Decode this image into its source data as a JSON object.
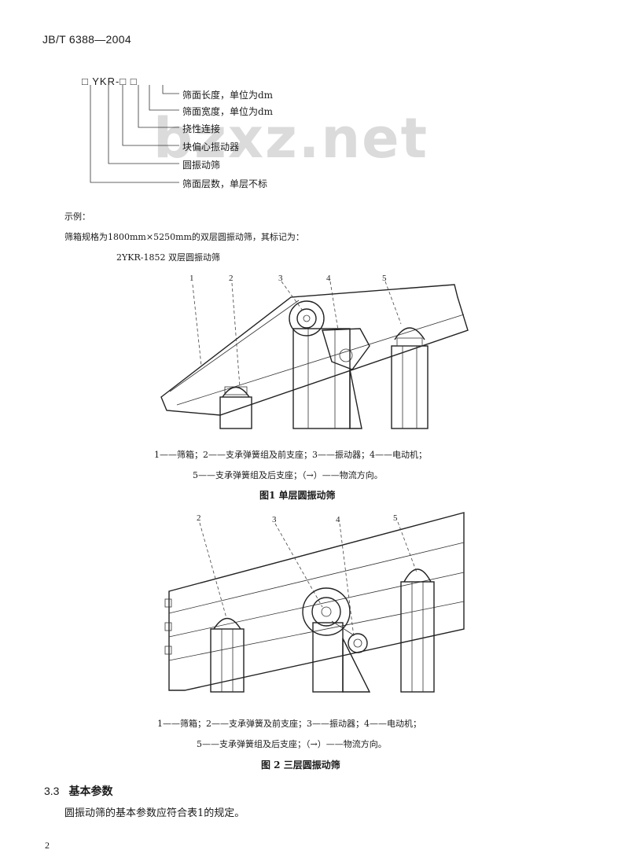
{
  "header": {
    "doc_code": "JB/T 6388—2004"
  },
  "watermark": "bzxz.net",
  "model_code": {
    "head": "□ YKR-□ □",
    "lines": [
      "筛面长度，单位为dm",
      "筛面宽度，单位为dm",
      "挠性连接",
      "块偏心振动器",
      "圆振动筛",
      "筛面层数，单层不标"
    ]
  },
  "example": {
    "label": "示例：",
    "text": "筛箱规格为1800mm×5250mm的双层圆振动筛，其标记为：",
    "designation": "2YKR-1852  双层圆振动筛"
  },
  "figure1": {
    "part_numbers": [
      "1",
      "2",
      "3",
      "4",
      "5"
    ],
    "caption_line1": "1——筛箱；2——支承弹簧组及前支座；3——振动器；4——电动机；",
    "caption_line2": "5——支承弹簧组及后支座；（→）——物流方向。",
    "title": "图1   单层圆振动筛"
  },
  "figure2": {
    "part_numbers": [
      "2",
      "3",
      "4",
      "5"
    ],
    "caption_line1": "1——筛箱；2——支承弹簧及前支座；3——振动器；4——电动机；",
    "caption_line2": "5——支承弹簧组及后支座；（→）——物流方向。",
    "title": "图 2   三层圆振动筛"
  },
  "section": {
    "number": "3.3",
    "title": "基本参数"
  },
  "paragraph": "圆振动筛的基本参数应符合表1的规定。",
  "page_number": "2"
}
